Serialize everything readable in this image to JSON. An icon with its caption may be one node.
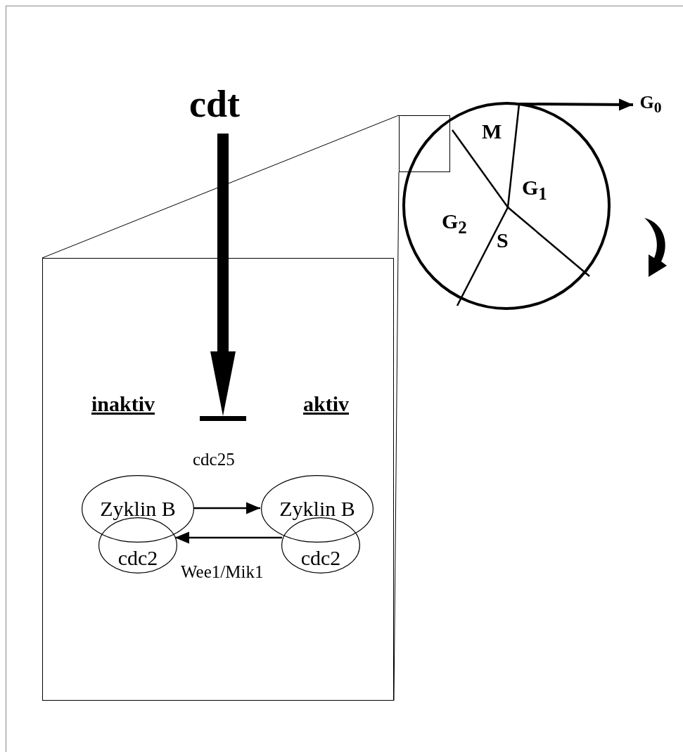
{
  "diagram": {
    "nodes": [
      {
        "text": [],
        "shape": "box"
      },
      {
        "text": [],
        "shape": "circle"
      },
      {
        "text": [
          "G$_{0}$"
        ]
      },
      {
        "text": [
          "cdt"
        ]
      },
      {
        "text": [],
        "shape": "box"
      },
      {
        "text": [
          "Zyklin B"
        ],
        "in": 4
      },
      {
        "text": [
          "cdc2"
        ],
        "in": 4
      },
      {
        "text": [
          "Zyklin B"
        ],
        "in": 4
      },
      {
        "text": [
          "cdc2"
        ],
        "in": 4
      }
    ],
    "edges": [
      {
        "from": 1,
        "to": 2,
        "arrow": "to"
      },
      {
        "from": 0,
        "to": 4,
        "arrow": "none"
      },
      {
        "from": 0,
        "to": 4,
        "arrow": "none"
      },
      {
        "from": 3,
        "to": null,
        "arrow": "to",
        "style": "thick"
      },
      {
        "from": 5,
        "to": 7,
        "arrow": "to",
        "label": "cdc25"
      },
      {
        "from": 8,
        "to": 6,
        "arrow": "to",
        "label": "Wee1/Mik1"
      }
    ],
    "labels": [
      "M",
      "G$_{1}$",
      "G$_{2}$",
      "S",
      "inaktiv",
      "aktiv"
    ]
  }
}
